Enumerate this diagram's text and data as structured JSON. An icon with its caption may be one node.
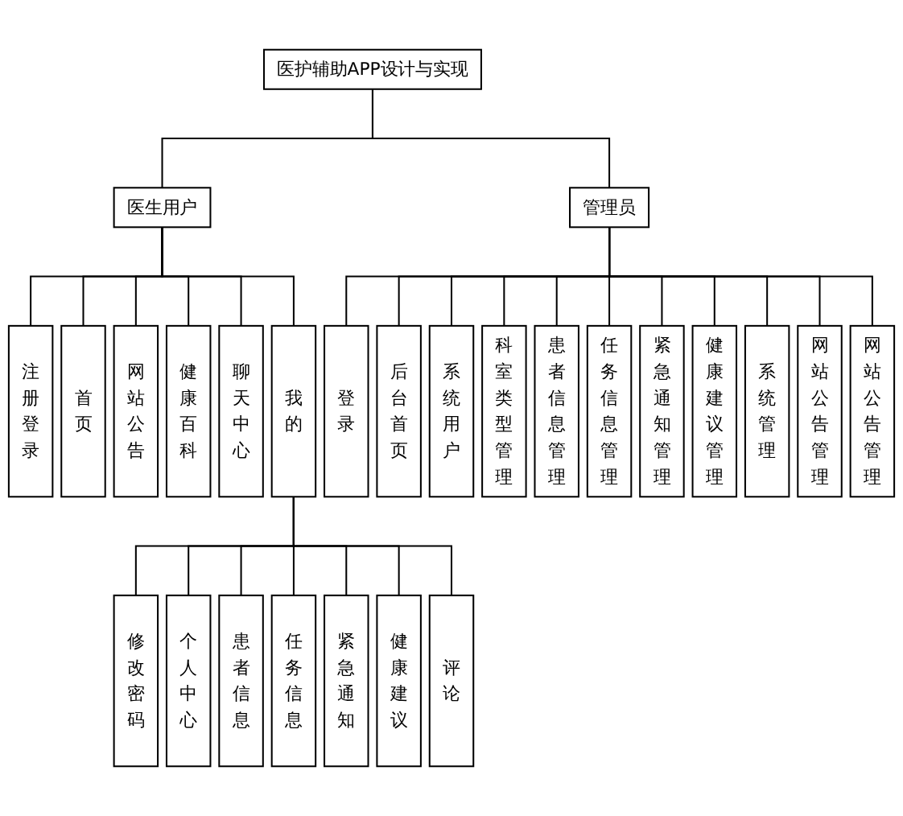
{
  "diagram": {
    "nodes": [
      {
        "text": [
          "医护辅助APP设计与实现"
        ]
      },
      {
        "text": [
          "医生用户"
        ]
      },
      {
        "text": [
          "管理员"
        ]
      },
      {
        "text": [
          "注册登录"
        ]
      },
      {
        "text": [
          "首页"
        ]
      },
      {
        "text": [
          "网站公告"
        ]
      },
      {
        "text": [
          "健康百科"
        ]
      },
      {
        "text": [
          "聊天中心"
        ]
      },
      {
        "text": [
          "我的"
        ]
      },
      {
        "text": [
          "登录"
        ]
      },
      {
        "text": [
          "后台首页"
        ]
      },
      {
        "text": [
          "系统用户"
        ]
      },
      {
        "text": [
          "科室类型管理"
        ]
      },
      {
        "text": [
          "患者信息管理"
        ]
      },
      {
        "text": [
          "任务信息管理"
        ]
      },
      {
        "text": [
          "紧急通知管理"
        ]
      },
      {
        "text": [
          "健康建议管理"
        ]
      },
      {
        "text": [
          "系统管理"
        ]
      },
      {
        "text": [
          "网站公告管理"
        ]
      },
      {
        "text": [
          "网站公告管理"
        ]
      },
      {
        "text": [
          "修改密码"
        ]
      },
      {
        "text": [
          "个人中心"
        ]
      },
      {
        "text": [
          "患者信息"
        ]
      },
      {
        "text": [
          "任务信息"
        ]
      },
      {
        "text": [
          "紧急通知"
        ]
      },
      {
        "text": [
          "健康建议"
        ]
      },
      {
        "text": [
          "评论"
        ]
      }
    ],
    "edges": [
      {
        "from": 0,
        "to": 1,
        "arrow": "none"
      },
      {
        "from": 0,
        "to": 2,
        "arrow": "none"
      },
      {
        "from": 1,
        "to": 3,
        "arrow": "none"
      },
      {
        "from": 1,
        "to": 4,
        "arrow": "none"
      },
      {
        "from": 1,
        "to": 5,
        "arrow": "none"
      },
      {
        "from": 1,
        "to": 6,
        "arrow": "none"
      },
      {
        "from": 1,
        "to": 7,
        "arrow": "none"
      },
      {
        "from": 1,
        "to": 8,
        "arrow": "none"
      },
      {
        "from": 2,
        "to": 9,
        "arrow": "none"
      },
      {
        "from": 2,
        "to": 10,
        "arrow": "none"
      },
      {
        "from": 2,
        "to": 11,
        "arrow": "none"
      },
      {
        "from": 2,
        "to": 12,
        "arrow": "none"
      },
      {
        "from": 2,
        "to": 13,
        "arrow": "none"
      },
      {
        "from": 2,
        "to": 14,
        "arrow": "none"
      },
      {
        "from": 2,
        "to": 15,
        "arrow": "none"
      },
      {
        "from": 2,
        "to": 16,
        "arrow": "none"
      },
      {
        "from": 2,
        "to": 17,
        "arrow": "none"
      },
      {
        "from": 2,
        "to": 18,
        "arrow": "none"
      },
      {
        "from": 2,
        "to": 19,
        "arrow": "none"
      },
      {
        "from": 8,
        "to": 20,
        "arrow": "none"
      },
      {
        "from": 8,
        "to": 21,
        "arrow": "none"
      },
      {
        "from": 8,
        "to": 22,
        "arrow": "none"
      },
      {
        "from": 8,
        "to": 23,
        "arrow": "none"
      },
      {
        "from": 8,
        "to": 24,
        "arrow": "none"
      },
      {
        "from": 8,
        "to": 25,
        "arrow": "none"
      },
      {
        "from": 8,
        "to": 26,
        "arrow": "none"
      }
    ]
  }
}
